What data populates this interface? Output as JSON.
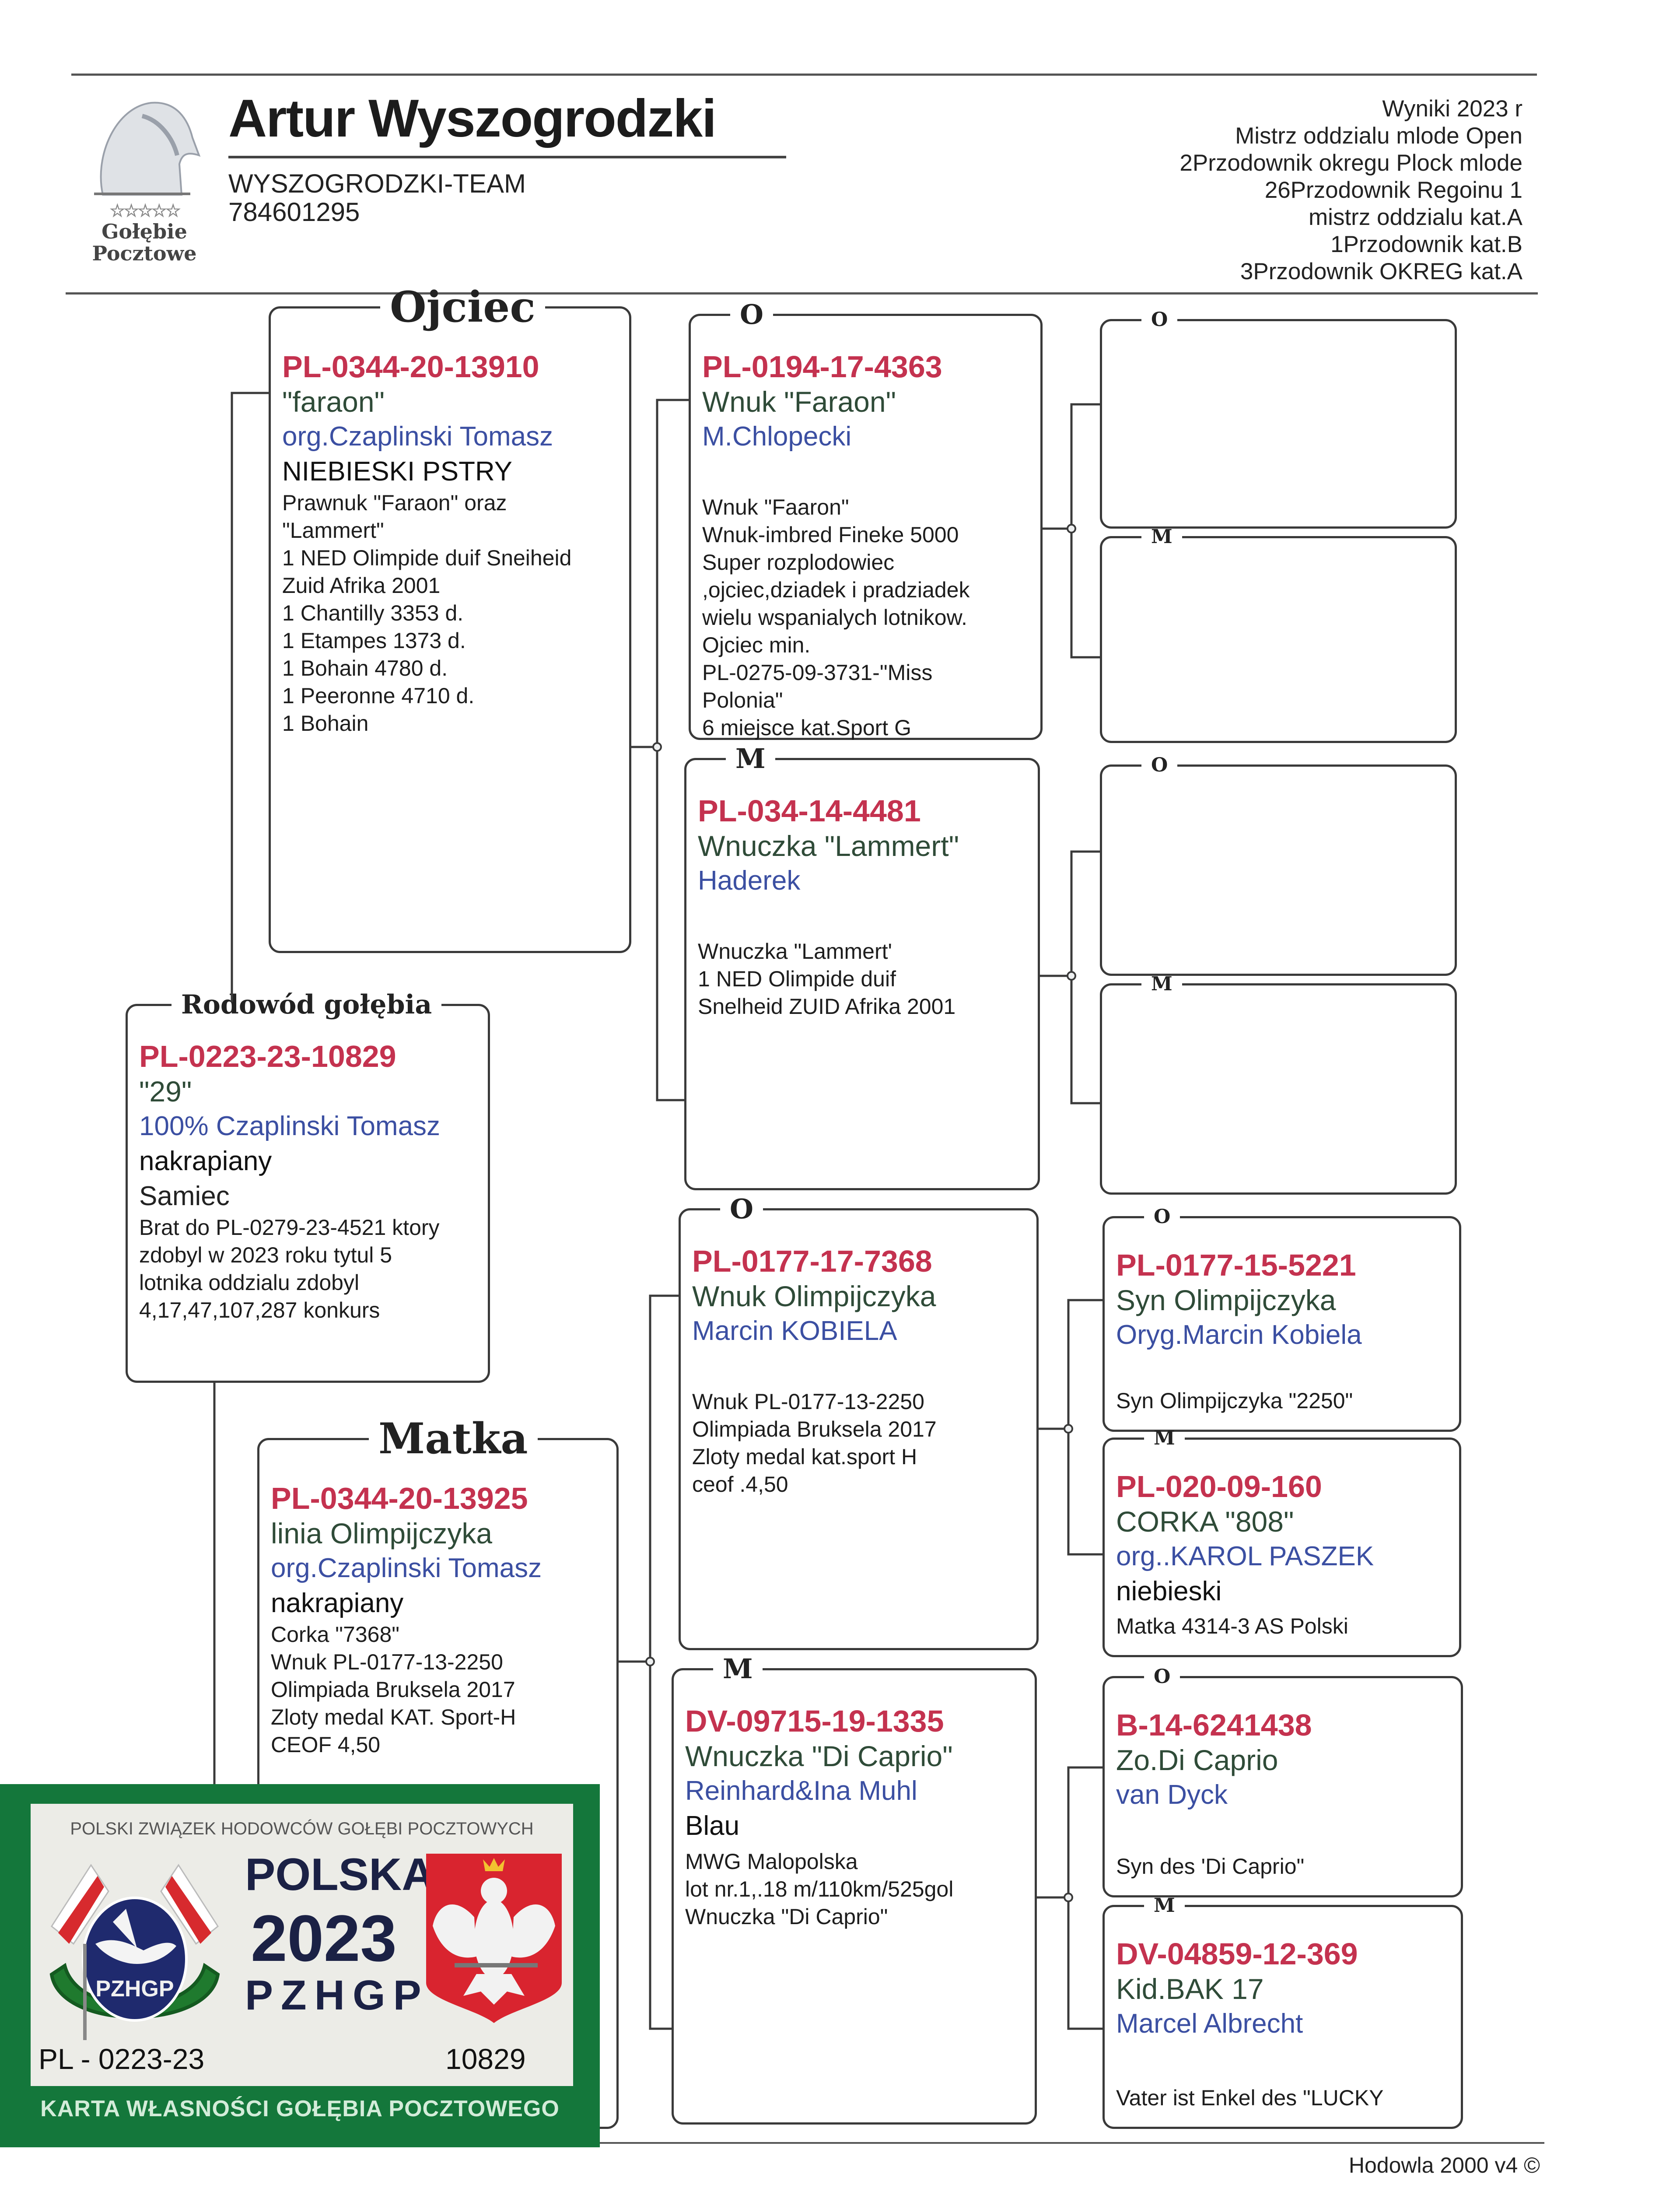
{
  "header": {
    "breeder_name": "Artur Wyszogrodzki",
    "team": "WYSZOGRODZKI-TEAM",
    "phone": "784601295",
    "logo_text": [
      "Gołębie",
      "Pocztowe"
    ],
    "results": [
      "Wyniki 2023 r",
      "Mistrz oddzialu mlode Open",
      "2Przodownik okregu Plock mlode",
      "26Przodownik Regoinu 1",
      "mistrz oddzialu kat.A",
      "1Przodownik kat.B",
      "3Przodownik OKREG kat.A"
    ]
  },
  "pedigree": {
    "subject": {
      "label": "Rodowód gołębia",
      "ring": "PL-0223-23-10829",
      "name": "\"29\"",
      "owner": "100% Czaplinski Tomasz",
      "color": "nakrapiany",
      "sex": "Samiec",
      "notes": [
        "Brat do PL-0279-23-4521 ktory",
        "zdobyl w 2023 roku tytul 5",
        "lotnika oddzialu zdobyl",
        "4,17,47,107,287 konkurs"
      ]
    },
    "father": {
      "label": "Ojciec",
      "ring": "PL-0344-20-13910",
      "name": "\"faraon\"",
      "owner": "org.Czaplinski Tomasz",
      "color": "NIEBIESKI PSTRY",
      "notes": [
        "Prawnuk \"Faraon\" oraz",
        "\"Lammert\"",
        "1 NED Olimpide duif Sneiheid",
        "Zuid Afrika 2001",
        "1 Chantilly 3353 d.",
        "1 Etampes 1373 d.",
        "1 Bohain 4780 d.",
        "1 Peeronne 4710 d.",
        "1 Bohain"
      ]
    },
    "mother": {
      "label": "Matka",
      "ring": "PL-0344-20-13925",
      "name": "linia Olimpijczyka",
      "owner": "org.Czaplinski Tomasz",
      "color": "nakrapiany",
      "notes": [
        "Corka \"7368\"",
        "Wnuk PL-0177-13-2250",
        "Olimpiada Bruksela 2017",
        "Zloty medal KAT. Sport-H",
        "CEOF 4,50"
      ]
    },
    "ff": {
      "label": "O",
      "ring": "PL-0194-17-4363",
      "name": "Wnuk \"Faraon\"",
      "owner": "M.Chlopecki",
      "color": "",
      "notes": [
        "Wnuk \"Faaron\"",
        "Wnuk-imbred Fineke 5000",
        "Super rozplodowiec",
        ",ojciec,dziadek i pradziadek",
        "wielu wspanialych lotnikow.",
        "Ojciec min.",
        "PL-0275-09-3731-\"Miss",
        "Polonia\"",
        "6 miejsce kat.Sport G"
      ]
    },
    "fm": {
      "label": "M",
      "ring": "PL-034-14-4481",
      "name": "Wnuczka \"Lammert\"",
      "owner": "Haderek",
      "color": "",
      "notes": [
        "Wnuczka \"Lammert'",
        "1 NED Olimpide duif",
        "Snelheid ZUID Afrika 2001"
      ]
    },
    "mf": {
      "label": "O",
      "ring": "PL-0177-17-7368",
      "name": "Wnuk Olimpijczyka",
      "owner": "Marcin KOBIELA",
      "color": "",
      "notes": [
        "Wnuk PL-0177-13-2250",
        "Olimpiada Bruksela 2017",
        "Zloty medal kat.sport H",
        "ceof .4,50"
      ]
    },
    "mm": {
      "label": "M",
      "ring": "DV-09715-19-1335",
      "name": "Wnuczka \"Di Caprio\"",
      "owner": "Reinhard&Ina Muhl",
      "color": "Blau",
      "notes": [
        "MWG Malopolska",
        "lot nr.1,.18 m/110km/525gol",
        "Wnuczka \"Di Caprio\""
      ]
    },
    "fff": {
      "label": "O"
    },
    "ffm": {
      "label": "M"
    },
    "fmf": {
      "label": "O"
    },
    "fmm": {
      "label": "M"
    },
    "mff": {
      "label": "O",
      "ring": "PL-0177-15-5221",
      "name": "Syn Olimpijczyka",
      "owner": "Oryg.Marcin Kobiela",
      "notes": [
        "Syn Olimpijczyka \"2250\""
      ]
    },
    "mfm": {
      "label": "M",
      "ring": "PL-020-09-160",
      "name": "CORKA \"808\"",
      "owner": "org..KAROL PASZEK",
      "color": "niebieski",
      "notes": [
        "Matka 4314-3 AS Polski"
      ]
    },
    "mmf": {
      "label": "O",
      "ring": "B-14-6241438",
      "name": "Zo.Di Caprio",
      "owner": "van Dyck",
      "notes": [
        "Syn des 'Di Caprio\""
      ]
    },
    "mmm": {
      "label": "M",
      "ring": "DV-04859-12-369",
      "name": "Kid.BAK 17",
      "owner": "Marcel Albrecht",
      "notes": [
        "Vater ist Enkel des \"LUCKY"
      ]
    }
  },
  "card": {
    "org": "POLSKI ZWIĄZEK HODOWCÓW GOŁĘBI POCZTOWYCH",
    "country": "POLSKA",
    "year": "2023",
    "abbr": "PZHGP",
    "emblem_text": "PZHGP",
    "ring_prefix": "PL - 0223-23",
    "ring_number": "10829",
    "title": "KARTA  WŁASNOŚCI GOŁĘBIA POCZTOWEGO"
  },
  "footer": {
    "software": "Hodowla 2000 v4 ©"
  },
  "colors": {
    "ring": "#c4324f",
    "owner": "#3b4fa2",
    "name": "#2f4b38",
    "card_green": "#14773b"
  }
}
